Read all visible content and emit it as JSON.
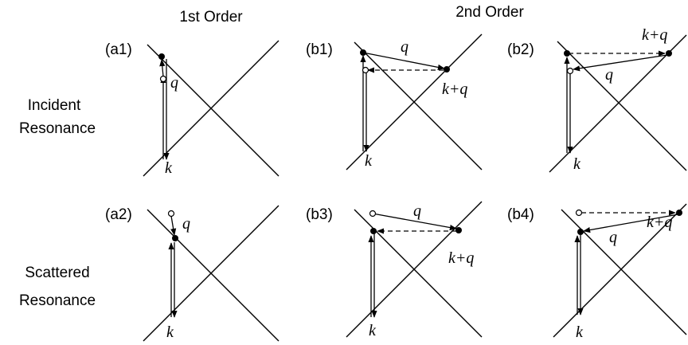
{
  "headers": {
    "first_order": "1st Order",
    "second_order": "2nd Order"
  },
  "rows": [
    {
      "line1": "Incident",
      "line2": "Resonance"
    },
    {
      "line1": "Scattered",
      "line2": "Resonance"
    }
  ],
  "panels": {
    "a1": {
      "label": "(a1)",
      "q": "q",
      "k": "k"
    },
    "b1": {
      "label": "(b1)",
      "q": "q",
      "kq": "k+q",
      "k": "k"
    },
    "b2": {
      "label": "(b2)",
      "q": "q",
      "kq": "k+q",
      "k": "k"
    },
    "a2": {
      "label": "(a2)",
      "q": "q",
      "k": "k"
    },
    "b3": {
      "label": "(b3)",
      "q": "q",
      "kq": "k+q",
      "k": "k"
    },
    "b4": {
      "label": "(b4)",
      "q": "q",
      "kq": "k+q",
      "k": "k"
    }
  }
}
